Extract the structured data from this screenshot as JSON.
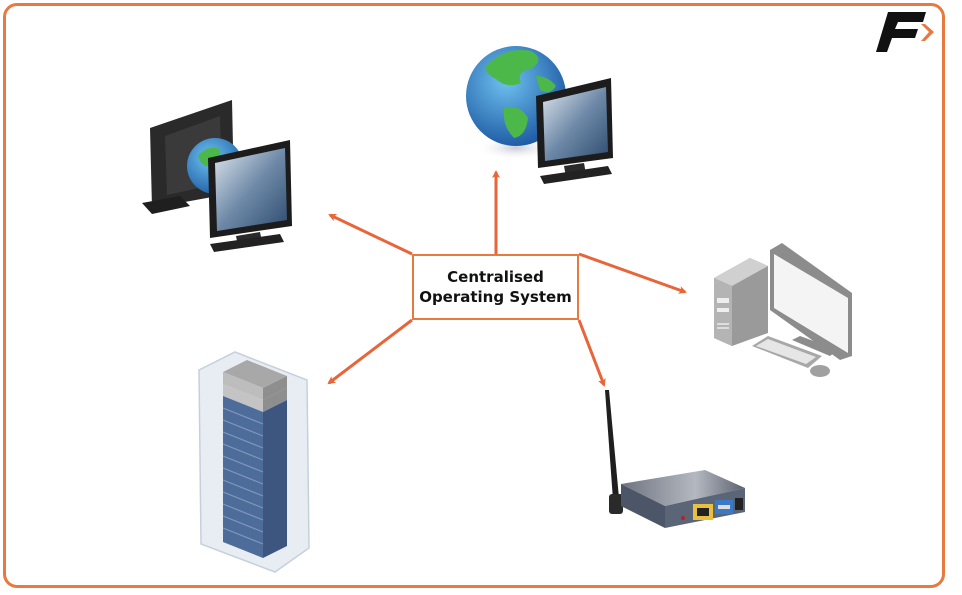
{
  "diagram": {
    "center_node": {
      "line1": "Centralised",
      "line2": "Operating System"
    },
    "nodes": [
      {
        "id": "remote-desktop",
        "icon": "remote-desktop-icon",
        "label": ""
      },
      {
        "id": "internet-computer",
        "icon": "globe-monitor-icon",
        "label": ""
      },
      {
        "id": "desktop-pc",
        "icon": "desktop-computer-icon",
        "label": ""
      },
      {
        "id": "server-rack",
        "icon": "server-rack-icon",
        "label": ""
      },
      {
        "id": "wireless-router",
        "icon": "wireless-router-icon",
        "label": ""
      }
    ],
    "logo": "f-logo-icon"
  },
  "colors": {
    "accent": "#e8793f",
    "arrow": "#e8653a",
    "text": "#111111"
  }
}
